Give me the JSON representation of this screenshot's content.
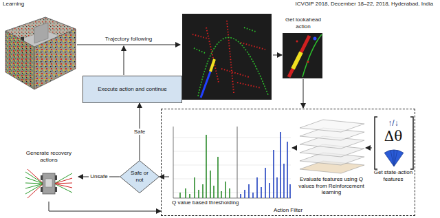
{
  "diagram": {
    "nodes": [
      {
        "text": [
          "Execute action and continue"
        ]
      },
      {
        "text": [
          "Safe or not"
        ]
      },
      {
        "text": [
          "Generate recovery actions"
        ]
      },
      {
        "text": [
          "Action Filter"
        ]
      },
      {
        "text": [
          "Q value based thresholding"
        ],
        "in": 3
      },
      {
        "text": [
          "Evaluate features using Q values from Reinforcement learning"
        ],
        "in": 3
      },
      {
        "text": [
          "↑/↓",
          "Δθ",
          "Get state-action features"
        ],
        "in": 3
      }
    ],
    "edges": [
      {
        "from": 1,
        "to": 0,
        "label": "Safe",
        "arrow": "to"
      },
      {
        "from": 1,
        "to": 2,
        "label": "Unsafe",
        "arrow": "to"
      },
      {
        "from": 4,
        "to": 1,
        "arrow": "to"
      },
      {
        "from": 6,
        "to": 5,
        "arrow": "to"
      },
      {
        "from": 5,
        "to": 4,
        "arrow": "to"
      },
      {
        "from": 2,
        "to": 3,
        "arrow": "to"
      }
    ],
    "labels": [
      "Learning",
      "ICVGIP 2018, December 18–22, 2018, Hyderabad, India",
      "Trajectory following",
      "Get lookahead action"
    ]
  }
}
